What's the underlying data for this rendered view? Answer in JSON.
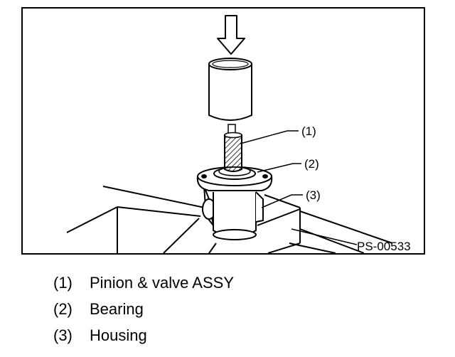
{
  "figure": {
    "code": "PS-00533",
    "callouts": [
      "(1)",
      "(2)",
      "(3)"
    ]
  },
  "legend": [
    {
      "num": "(1)",
      "text": "Pinion & valve ASSY"
    },
    {
      "num": "(2)",
      "text": "Bearing"
    },
    {
      "num": "(3)",
      "text": "Housing"
    }
  ]
}
